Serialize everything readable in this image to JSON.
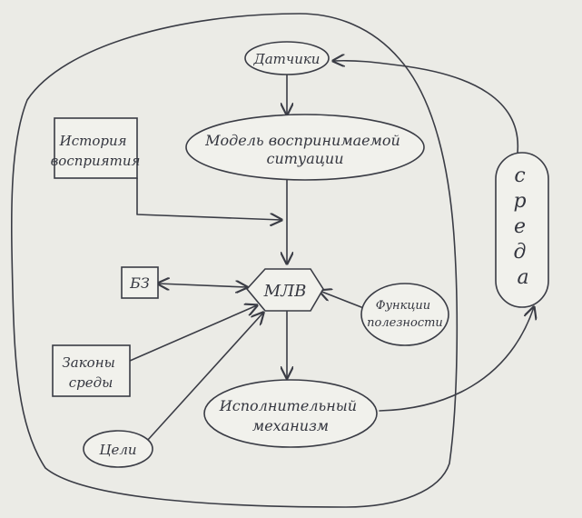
{
  "diagram": {
    "ink_color": "#3a3c45",
    "paper_color": "#ebebe6",
    "nodes": {
      "sensors": "Датчики",
      "model_lines": [
        "Модель воспринимаемой",
        "ситуации"
      ],
      "history_lines": [
        "История",
        "восприятия"
      ],
      "kb": "БЗ",
      "mlv": "МЛВ",
      "utility_lines": [
        "Функции",
        "полезности"
      ],
      "laws_lines": [
        "Законы",
        "среды"
      ],
      "executor_lines": [
        "Исполнительный",
        "механизм"
      ],
      "goals": "Цели",
      "environment": "среда",
      "environment_letters": [
        "с",
        "р",
        "е",
        "д",
        "а"
      ]
    }
  }
}
